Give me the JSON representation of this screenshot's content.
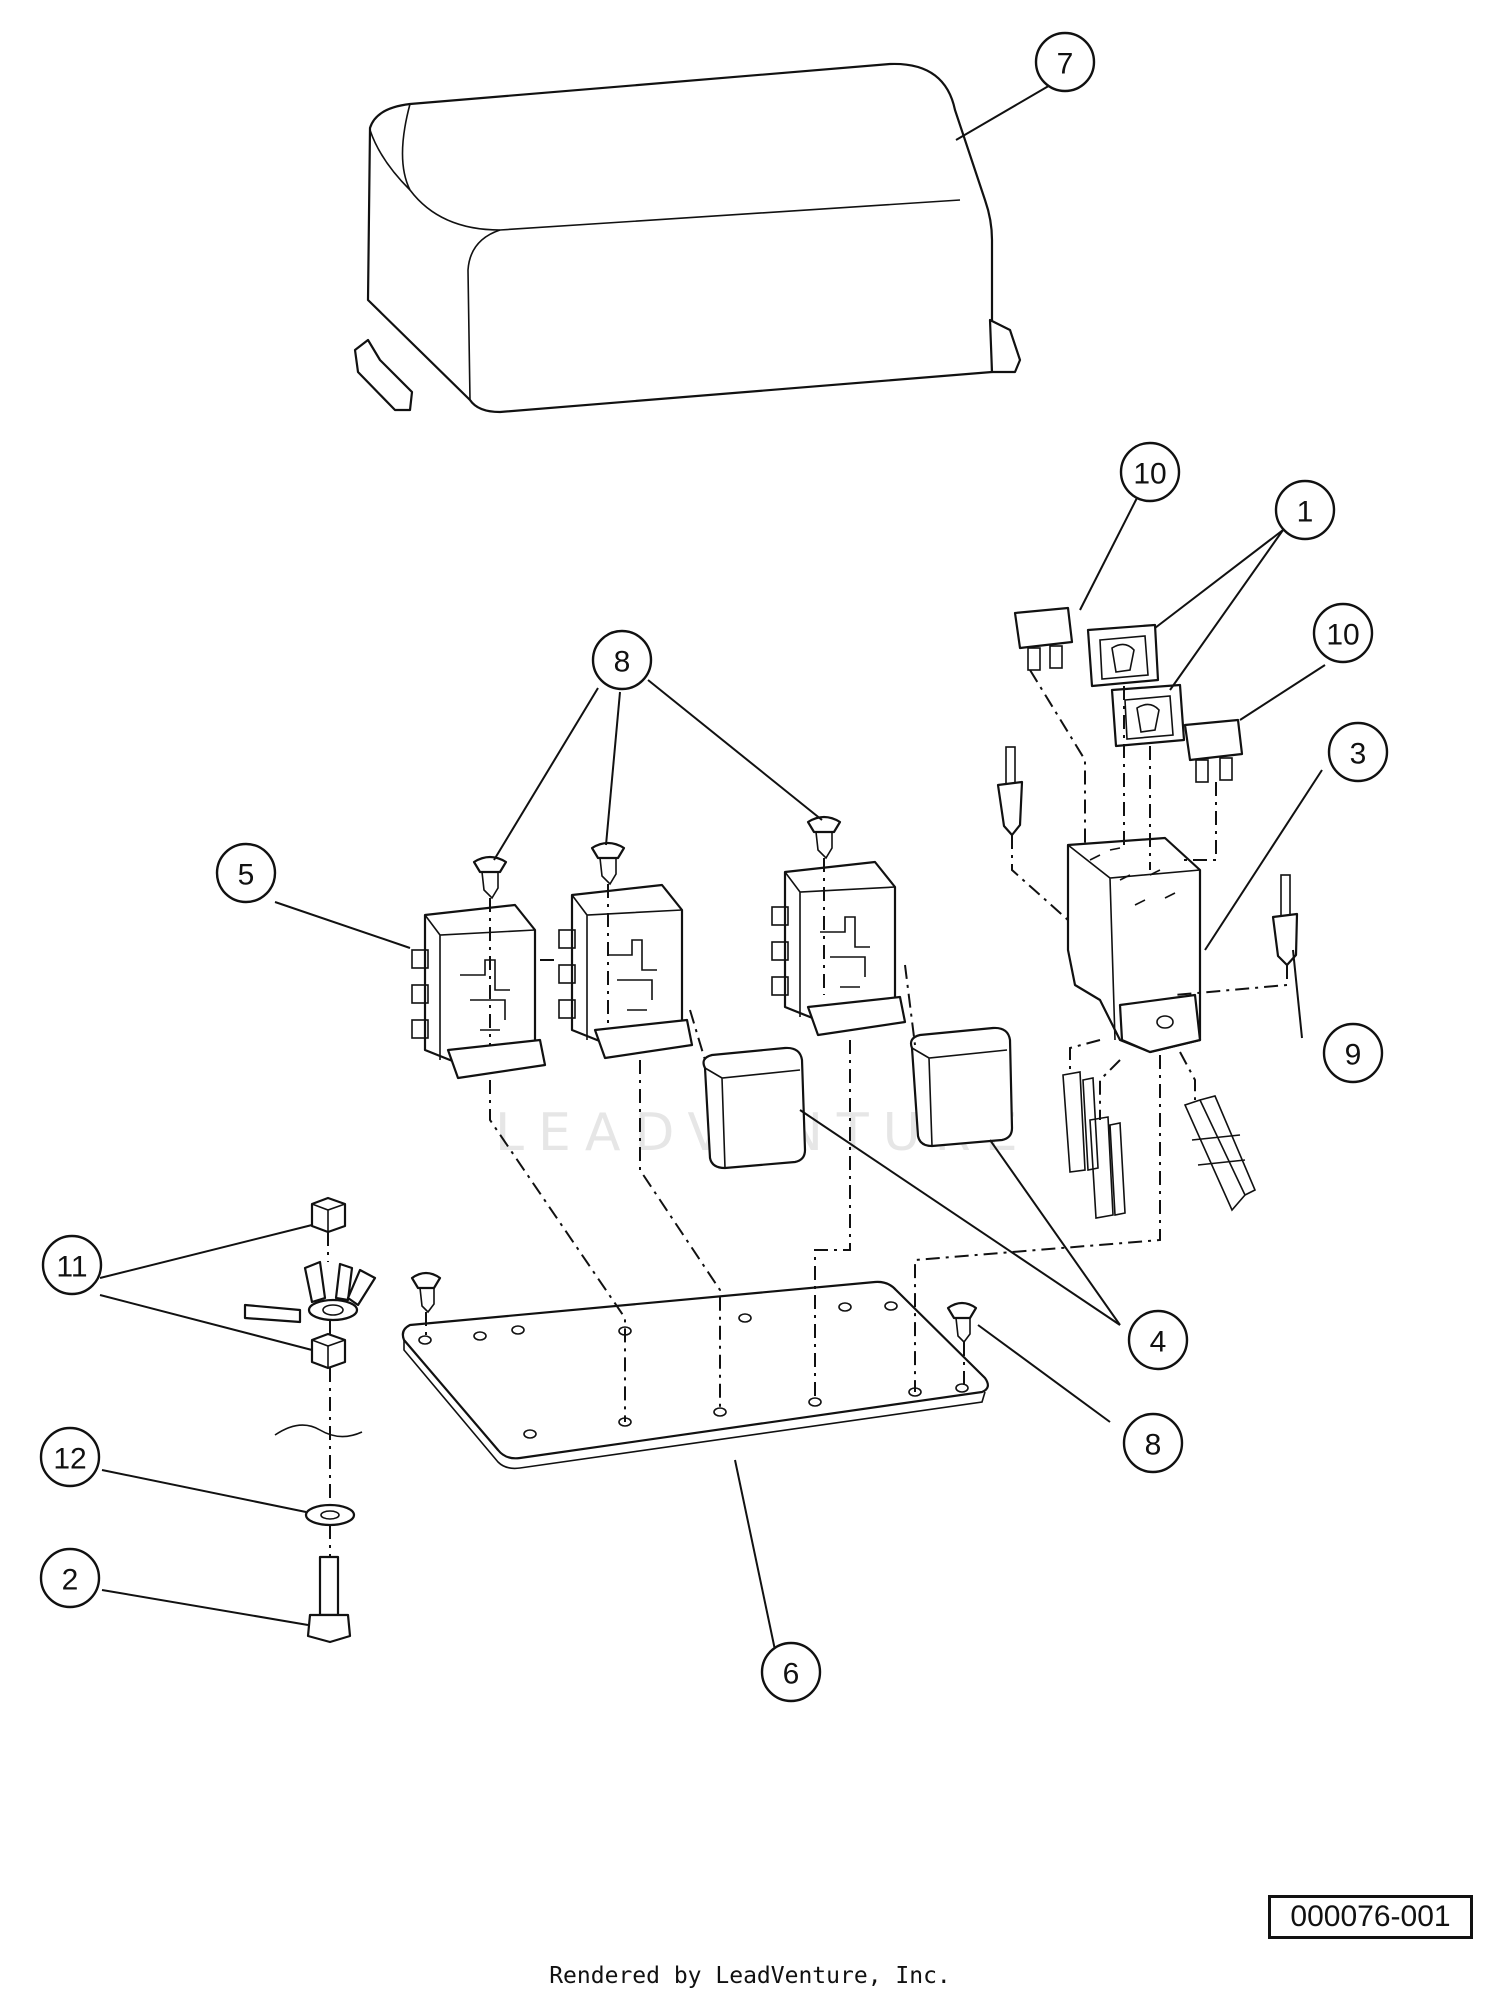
{
  "callouts": [
    {
      "id": "c7",
      "label": "7"
    },
    {
      "id": "c10a",
      "label": "10"
    },
    {
      "id": "c1",
      "label": "1"
    },
    {
      "id": "c10b",
      "label": "10"
    },
    {
      "id": "c8a",
      "label": "8"
    },
    {
      "id": "c3",
      "label": "3"
    },
    {
      "id": "c5",
      "label": "5"
    },
    {
      "id": "c9",
      "label": "9"
    },
    {
      "id": "c11",
      "label": "11"
    },
    {
      "id": "c4",
      "label": "4"
    },
    {
      "id": "c8b",
      "label": "8"
    },
    {
      "id": "c12",
      "label": "12"
    },
    {
      "id": "c2",
      "label": "2"
    },
    {
      "id": "c6",
      "label": "6"
    }
  ],
  "watermark": "LEADVENTURE",
  "diagram_id": "000076-001",
  "credit": "Rendered by LeadVenture, Inc."
}
